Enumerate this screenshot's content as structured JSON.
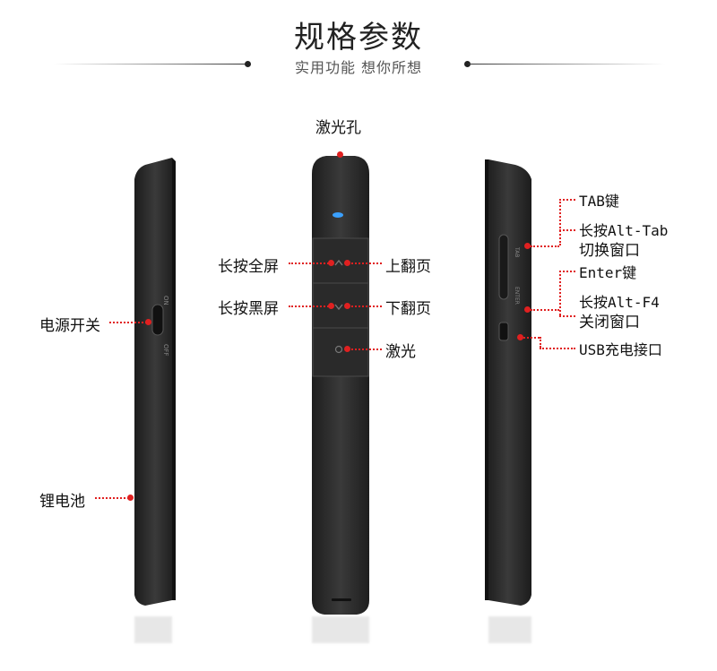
{
  "header": {
    "title": "规格参数",
    "subtitle": "实用功能 想你所想"
  },
  "labels": {
    "laser_hole": "激光孔",
    "long_press_fullscreen": "长按全屏",
    "page_up": "上翻页",
    "long_press_blackscreen": "长按黑屏",
    "page_down": "下翻页",
    "laser": "激光",
    "power_switch": "电源开关",
    "lithium_battery": "锂电池",
    "tab_key": "TAB键",
    "long_press_alt_tab_line1": "长按Alt-Tab",
    "long_press_alt_tab_line2": "切换窗口",
    "enter_key": "Enter键",
    "long_press_alt_f4_line1": "长按Alt-F4",
    "long_press_alt_f4_line2": "关闭窗口",
    "usb_port": "USB充电接口"
  },
  "device_markings": {
    "on": "ON",
    "off": "OFF",
    "tab": "TAB",
    "enter": "ENTER"
  },
  "colors": {
    "callout": "#e02020",
    "device_body": "#2b2b2b",
    "laser_led": "#3aa0ff"
  }
}
